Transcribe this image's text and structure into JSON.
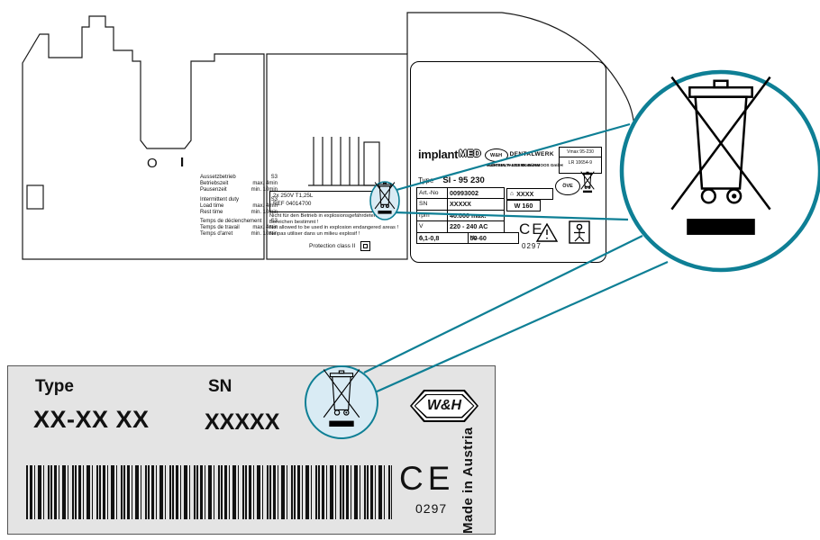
{
  "colors": {
    "teal": "#0e7f95",
    "label_bg": "#e4e4e4",
    "circle_fill": "#d9ebf4"
  },
  "power_switch": {
    "off": "O",
    "on": "I"
  },
  "duty_groups": [
    {
      "title": "Aussetzbetrieb",
      "code": "S3",
      "rows": [
        {
          "l": "Betriebszeit",
          "v": "max.  4min"
        },
        {
          "l": "Pausenzeit",
          "v": "min. 10min"
        }
      ]
    },
    {
      "title": "Intermittent duty",
      "code": "S3",
      "rows": [
        {
          "l": "Load time",
          "v": "max.  4min"
        },
        {
          "l": "Rest time",
          "v": "min. 10min"
        }
      ]
    },
    {
      "title": "Temps de déclenchement",
      "code": "S3",
      "rows": [
        {
          "l": "Temps de travail",
          "v": "max.  4min"
        },
        {
          "l": "Temps d'arret",
          "v": "min. 10min"
        }
      ]
    }
  ],
  "fuse": {
    "line1": "2x  250V  T1,25L",
    "line2": "REF 04014700"
  },
  "warnings": {
    "line1": "Nicht für den Betrieb in explosionsgefährdeten",
    "line2": "Bereichen bestimmt !",
    "line3": "Not allowed to be used in explosion endangered areas !",
    "line4": "Ne pas utiliser dans un milieu explosif !"
  },
  "protection_label": "Protection class II",
  "plate": {
    "brand_implant": "implant",
    "brand_med": "MED",
    "wh": "W&H",
    "dentalwerk": "DENTALWERK",
    "address1": "W&H DENTALWERK BÜRMOOS GmbH",
    "address2": "AUSTRIA, A-5111 Bürmoos",
    "approval1": "Vmax 95-230",
    "approval2": "LR 10654-9",
    "type_label": "Type",
    "type_value": "SI - 95 230",
    "artno_label": "Art.-No",
    "artno_value": "00993002",
    "factory_icon": "⌂",
    "artno_extra": "XXXX",
    "sn_label": "SN",
    "sn_value": "XXXXX",
    "w_value": "W 160",
    "rpm_label": "rpm",
    "rpm_value": "40.000 max.",
    "v_label": "V",
    "v_value": "220 - 240 AC",
    "a_label": "A",
    "a_value": "0,1-0,8",
    "hz_label": "Hz",
    "hz_value": "50-60",
    "ove": "ÖVE",
    "ce": "CE",
    "ce_number": "0297"
  },
  "label": {
    "type_label": "Type",
    "type_value": "XX-XX XX",
    "sn_label": "SN",
    "sn_value": "XXXXX",
    "wh": "W&H",
    "ce": "CE",
    "ce_number": "0297",
    "made_in": "Made in Austria"
  }
}
